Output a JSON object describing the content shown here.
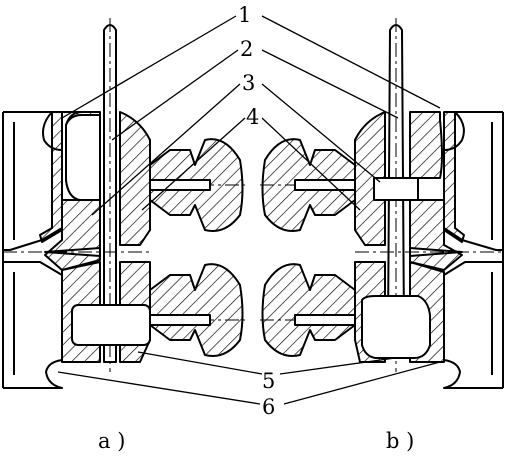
{
  "figure": {
    "callouts": [
      "1",
      "2",
      "3",
      "4",
      "5",
      "6"
    ],
    "captions": {
      "a": "a )",
      "b": "b )"
    }
  }
}
